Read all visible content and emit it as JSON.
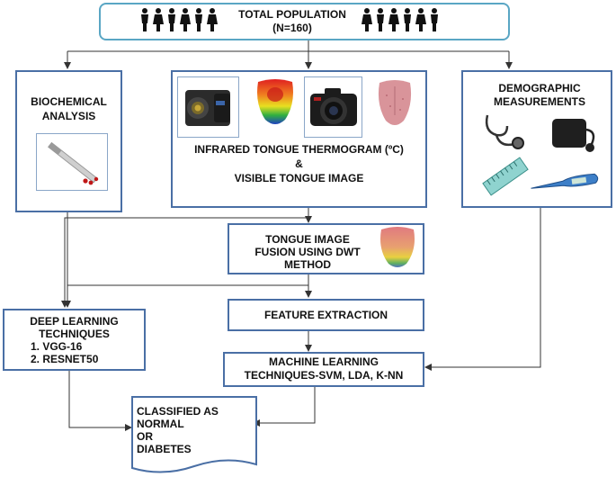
{
  "total_population": {
    "title": "TOTAL POPULATION",
    "subtitle": "(N=160)",
    "people_icon": "person-icon"
  },
  "biochemical": {
    "line1": "BIOCHEMICAL",
    "line2": "ANALYSIS",
    "image": "test-strip-with-blood-drops"
  },
  "thermogram": {
    "line1": "INFRARED TONGUE  THERMOGRAM (ºC)",
    "line2": "&",
    "line3": "VISIBLE TONGUE IMAGE",
    "images": [
      "thermal-camera",
      "thermal-tongue",
      "dslr-camera",
      "visible-tongue"
    ]
  },
  "demographic": {
    "line1": "DEMOGRAPHIC",
    "line2": "MEASUREMENTS",
    "images": [
      "stethoscope",
      "blood-pressure-cuff",
      "measuring-tape",
      "digital-thermometer"
    ]
  },
  "fusion": {
    "line1": "TONGUE IMAGE",
    "line2": "FUSION USING DWT",
    "line3": "METHOD",
    "image": "fused-tongue"
  },
  "feature": {
    "label": "FEATURE EXTRACTION"
  },
  "deep_learning": {
    "line1": "DEEP LEARNING",
    "line2": "TECHNIQUES",
    "item1": "1.  VGG-16",
    "item2": "2.  RESNET50"
  },
  "machine_learning": {
    "line1": "MACHINE LEARNING",
    "line2": "TECHNIQUES-SVM, LDA, K-NN"
  },
  "classified": {
    "line1": "CLASSIFIED AS",
    "line2": "NORMAL",
    "line3": "OR",
    "line4": "DIABETES"
  },
  "colors": {
    "border": "#4a6fa5",
    "top_border": "#5aa6c4",
    "line": "#333333"
  }
}
